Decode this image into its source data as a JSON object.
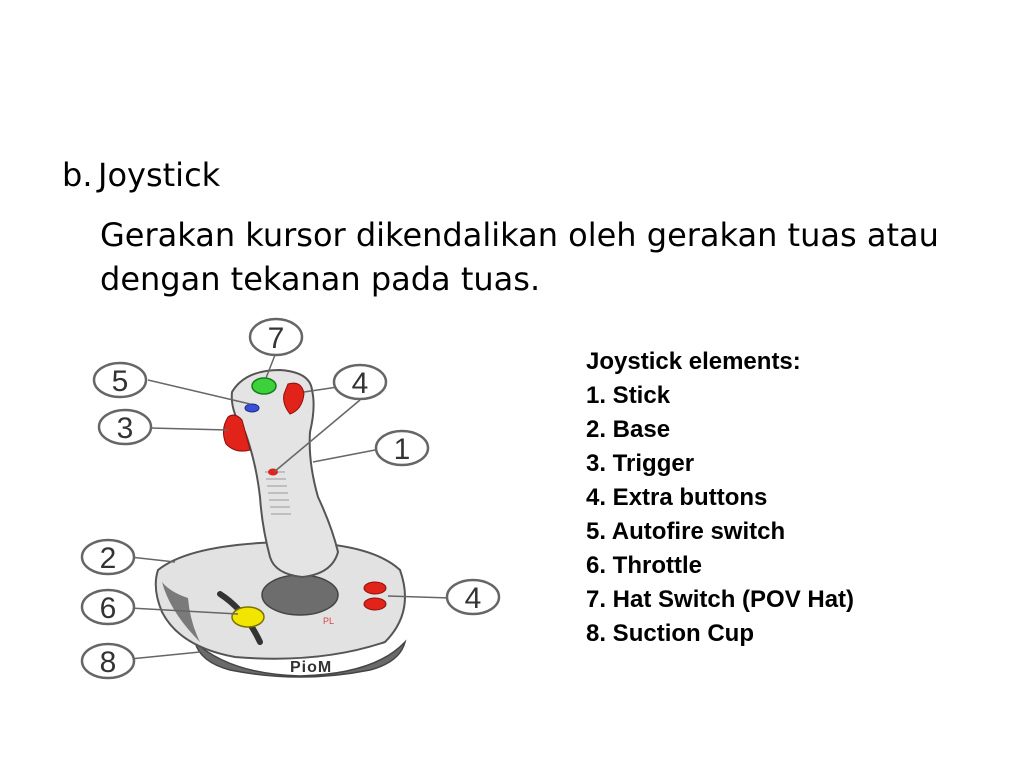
{
  "slide": {
    "heading_marker": "b.",
    "heading": "Joystick",
    "paragraph_line1": "Gerakan kursor dikendalikan oleh gerakan tuas atau",
    "paragraph_line2": "dengan tekanan pada tuas."
  },
  "figure": {
    "callouts": {
      "stick": "1",
      "base": "2",
      "trigger": "3",
      "extra_buttons_stick": "4",
      "extra_buttons_base": "4",
      "autofire": "5",
      "throttle": "6",
      "hat": "7",
      "suction": "8"
    },
    "brand": "PioM",
    "brand_small": "PL"
  },
  "legend": {
    "title": "Joystick elements:",
    "items": [
      "1. Stick",
      "2. Base",
      "3. Trigger",
      "4. Extra buttons",
      "5. Autofire switch",
      "6. Throttle",
      "7. Hat Switch (POV Hat)",
      "8. Suction Cup"
    ]
  },
  "colors": {
    "body": "#e2e2e2",
    "outline": "#555555",
    "trigger_red": "#e2231a",
    "hat_green": "#3cd23c",
    "throttle_yellow": "#f2e600",
    "autofire_blue": "#3a4fd6"
  }
}
